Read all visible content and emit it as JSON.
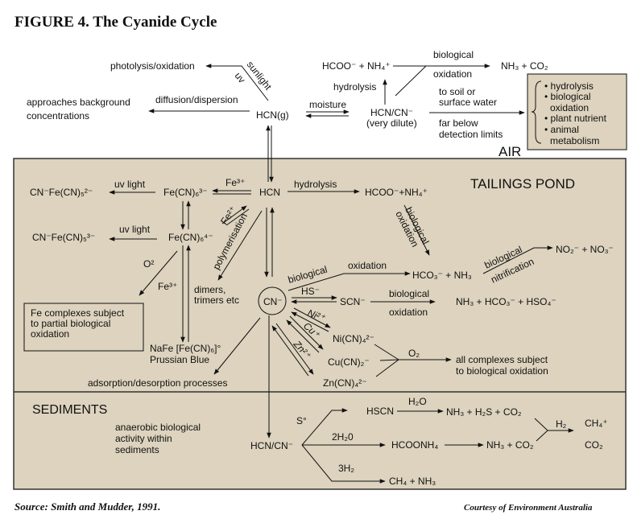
{
  "title": "FIGURE 4. The Cyanide Cycle",
  "colors": {
    "panel": "#ddd3be",
    "border": "#333333"
  },
  "air": {
    "zone_label": "AIR",
    "photolysis": "photolysis/oxidation",
    "sunlight": "sunlight",
    "uv": "uv",
    "background_1": "approaches background",
    "background_2": "concentrations",
    "diffusion": "diffusion/dispersion",
    "hcn_g": "HCN(g)",
    "moisture": "moisture",
    "hcn_cn": "HCN/CN⁻",
    "very_dilute": "(very dilute)",
    "hydrolysis": "hydrolysis",
    "hcoo_nh4": "HCOO⁻ + NH₄⁺",
    "biological": "biological",
    "oxidation": "oxidation",
    "nh3_co2": "NH₃ + CO₂",
    "to_soil_1": "to soil or",
    "to_soil_2": "surface water",
    "far_below_1": "far below",
    "far_below_2": "detection limits",
    "fate_box": [
      "• hydrolysis",
      "• biological",
      "  oxidation",
      "• plant nutrient",
      "• animal",
      "  metabolism"
    ]
  },
  "pond": {
    "zone_label": "TAILINGS POND",
    "hcn": "HCN",
    "hydrolysis": "hydrolysis",
    "hcoo_nh4": "HCOO⁻+NH₄⁺",
    "cnfe_2": "CN⁻Fe(CN)₅²⁻",
    "cnfe_3": "CN⁻Fe(CN)₅³⁻",
    "uv_light": "uv light",
    "fecn6_3": "Fe(CN)₆³⁻",
    "fecn6_4": "Fe(CN)₆⁴⁻",
    "fe3": "Fe³⁺",
    "fe2": "Fe²⁺",
    "polymerisation": "polymerisation",
    "dimers_1": "dimers,",
    "dimers_2": "trimers etc",
    "o2_sup": "O²",
    "fe3_b": "Fe³⁺",
    "fe_box": [
      "Fe complexes subject",
      "to partial biological",
      "oxidation"
    ],
    "nafe": "NaFe [Fe(CN)₆]°",
    "prussian": "Prussian Blue",
    "adsorption": "adsorption/desorption processes",
    "cn": "CN⁻",
    "biological": "biological",
    "oxidation": "oxidation",
    "hco3_nh3": "HCO₃⁻ + NH₃",
    "bio_ox_1": "biological",
    "bio_ox_2": "oxidation",
    "nitr_1": "biological",
    "nitr_2": "nitrification",
    "no2_no3": "NO₂⁻ + NO₃⁻",
    "hs": "HS⁻",
    "scn": "SCN⁻",
    "scn_bio": "biological",
    "scn_ox": "oxidation",
    "scn_products": "NH₃ + HCO₃⁻ + HSO₄⁻",
    "ni": "Ni²⁺",
    "cu": "Cu⁺",
    "zn": "Zn²⁺",
    "nicn": "Ni(CN)₄²⁻",
    "cucn": "Cu(CN)₂⁻",
    "zncn": "Zn(CN)₄²⁻",
    "o2": "O₂",
    "all_complexes_1": "all complexes subject",
    "all_complexes_2": "to biological oxidation"
  },
  "sediments": {
    "zone_label": "SEDIMENTS",
    "anaerobic": [
      "anaerobic biological",
      "activity within",
      "sediments"
    ],
    "hcn_cn": "HCN/CN⁻",
    "s0": "S°",
    "hscn": "HSCN",
    "h2o": "H₂O",
    "hscn_products": "NH₃ + H₂S + CO₂",
    "two_h2o": "2H₂0",
    "hcoonh4": "HCOONH₄",
    "nh3_co2": "NH₃ + CO₂",
    "three_h2": "3H₂",
    "ch4_nh3": "CH₄ + NH₃",
    "h2": "H₂",
    "ch4": "CH₄⁺",
    "co2": "CO₂"
  },
  "footer": {
    "source": "Source: Smith and Mudder, 1991.",
    "courtesy": "Courtesy of Environment Australia"
  }
}
